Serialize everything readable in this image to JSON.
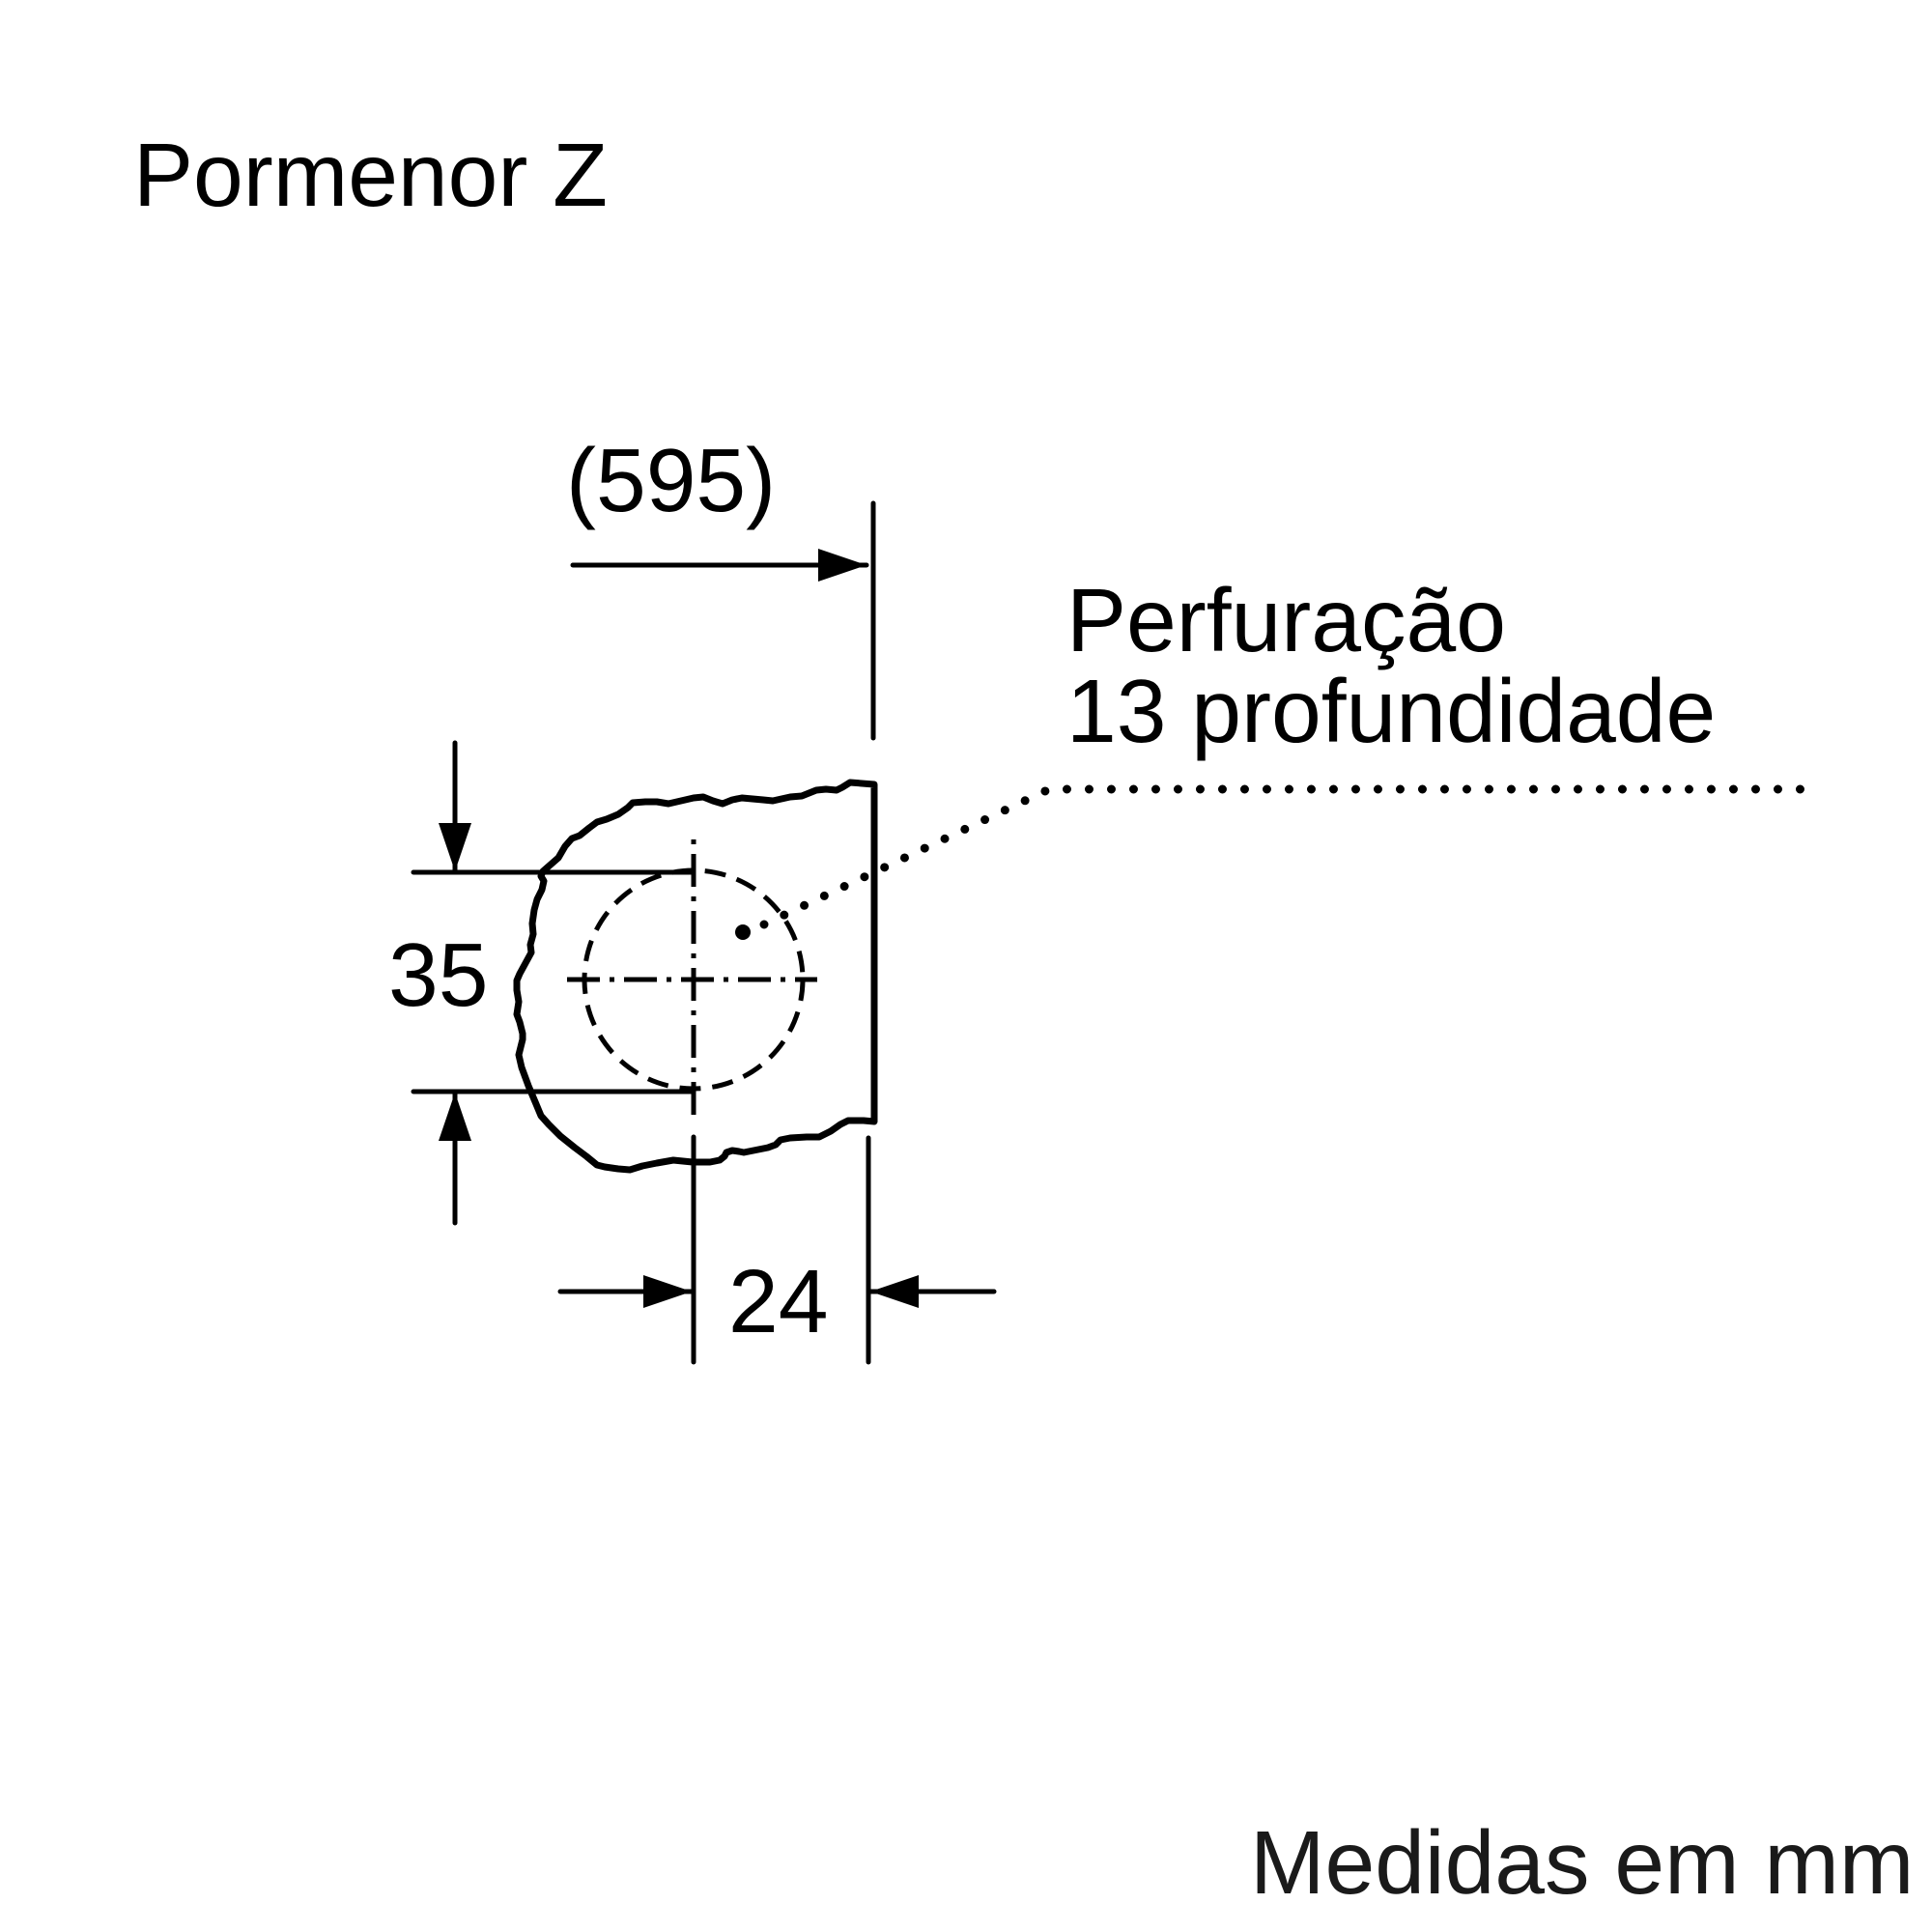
{
  "title": "Pormenor Z",
  "dimensions": {
    "overall_reference": "(595)",
    "vertical": "35",
    "horizontal": "24"
  },
  "note": {
    "line1": "Perfuração",
    "line2": "13 profundidade"
  },
  "units": "Medidas em mm",
  "colors": {
    "line": "#000000",
    "background": "#ffffff"
  }
}
